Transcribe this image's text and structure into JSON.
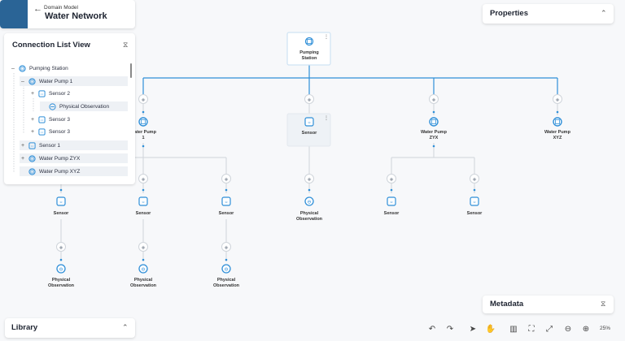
{
  "header": {
    "breadcrumb": "Domain Model",
    "title": "Water Network"
  },
  "connection_list": {
    "title": "Connection List View",
    "items": [
      {
        "label": "Pumping Station",
        "toggle": "–",
        "kind": "station"
      },
      {
        "label": "Water Pump 1",
        "toggle": "–",
        "kind": "pump"
      },
      {
        "label": "Sensor 2",
        "toggle": "+",
        "kind": "sensor"
      },
      {
        "label": "Physical Observation",
        "toggle": "",
        "kind": "observation"
      },
      {
        "label": "Sensor 3",
        "toggle": "+",
        "kind": "sensor"
      },
      {
        "label": "Sensor 3",
        "toggle": "+",
        "kind": "sensor"
      },
      {
        "label": "Sensor 1",
        "toggle": "+",
        "kind": "sensor"
      },
      {
        "label": "Water Pump ZYX",
        "toggle": "+",
        "kind": "pump"
      },
      {
        "label": "Water Pump XYZ",
        "toggle": "",
        "kind": "pump"
      }
    ]
  },
  "properties": {
    "title": "Properties"
  },
  "metadata": {
    "title": "Metadata"
  },
  "library": {
    "title": "Library"
  },
  "graph": {
    "root": {
      "line1": "Pumping",
      "line2": "Station"
    },
    "level1": [
      {
        "line1": "Water Pump",
        "line2": "1"
      },
      {
        "line1": "Sensor",
        "line2": ""
      },
      {
        "line1": "Water Pump",
        "line2": "ZYX"
      },
      {
        "line1": "Water Pump",
        "line2": "XYZ"
      }
    ],
    "level2": [
      {
        "line1": "Sensor",
        "line2": ""
      },
      {
        "line1": "Sensor",
        "line2": ""
      },
      {
        "line1": "Sensor",
        "line2": ""
      },
      {
        "line1": "Physical",
        "line2": "Observation"
      },
      {
        "line1": "Sensor",
        "line2": ""
      },
      {
        "line1": "Sensor",
        "line2": ""
      }
    ],
    "level3": [
      {
        "line1": "Physical",
        "line2": "Observation"
      },
      {
        "line1": "Physical",
        "line2": "Observation"
      },
      {
        "line1": "Physical",
        "line2": "Observation"
      }
    ]
  },
  "toolbar": {
    "zoom": "25%"
  },
  "colors": {
    "accent": "#2f8fd8",
    "connector": "#cfd4da",
    "station_thumb": "#2a6496"
  }
}
